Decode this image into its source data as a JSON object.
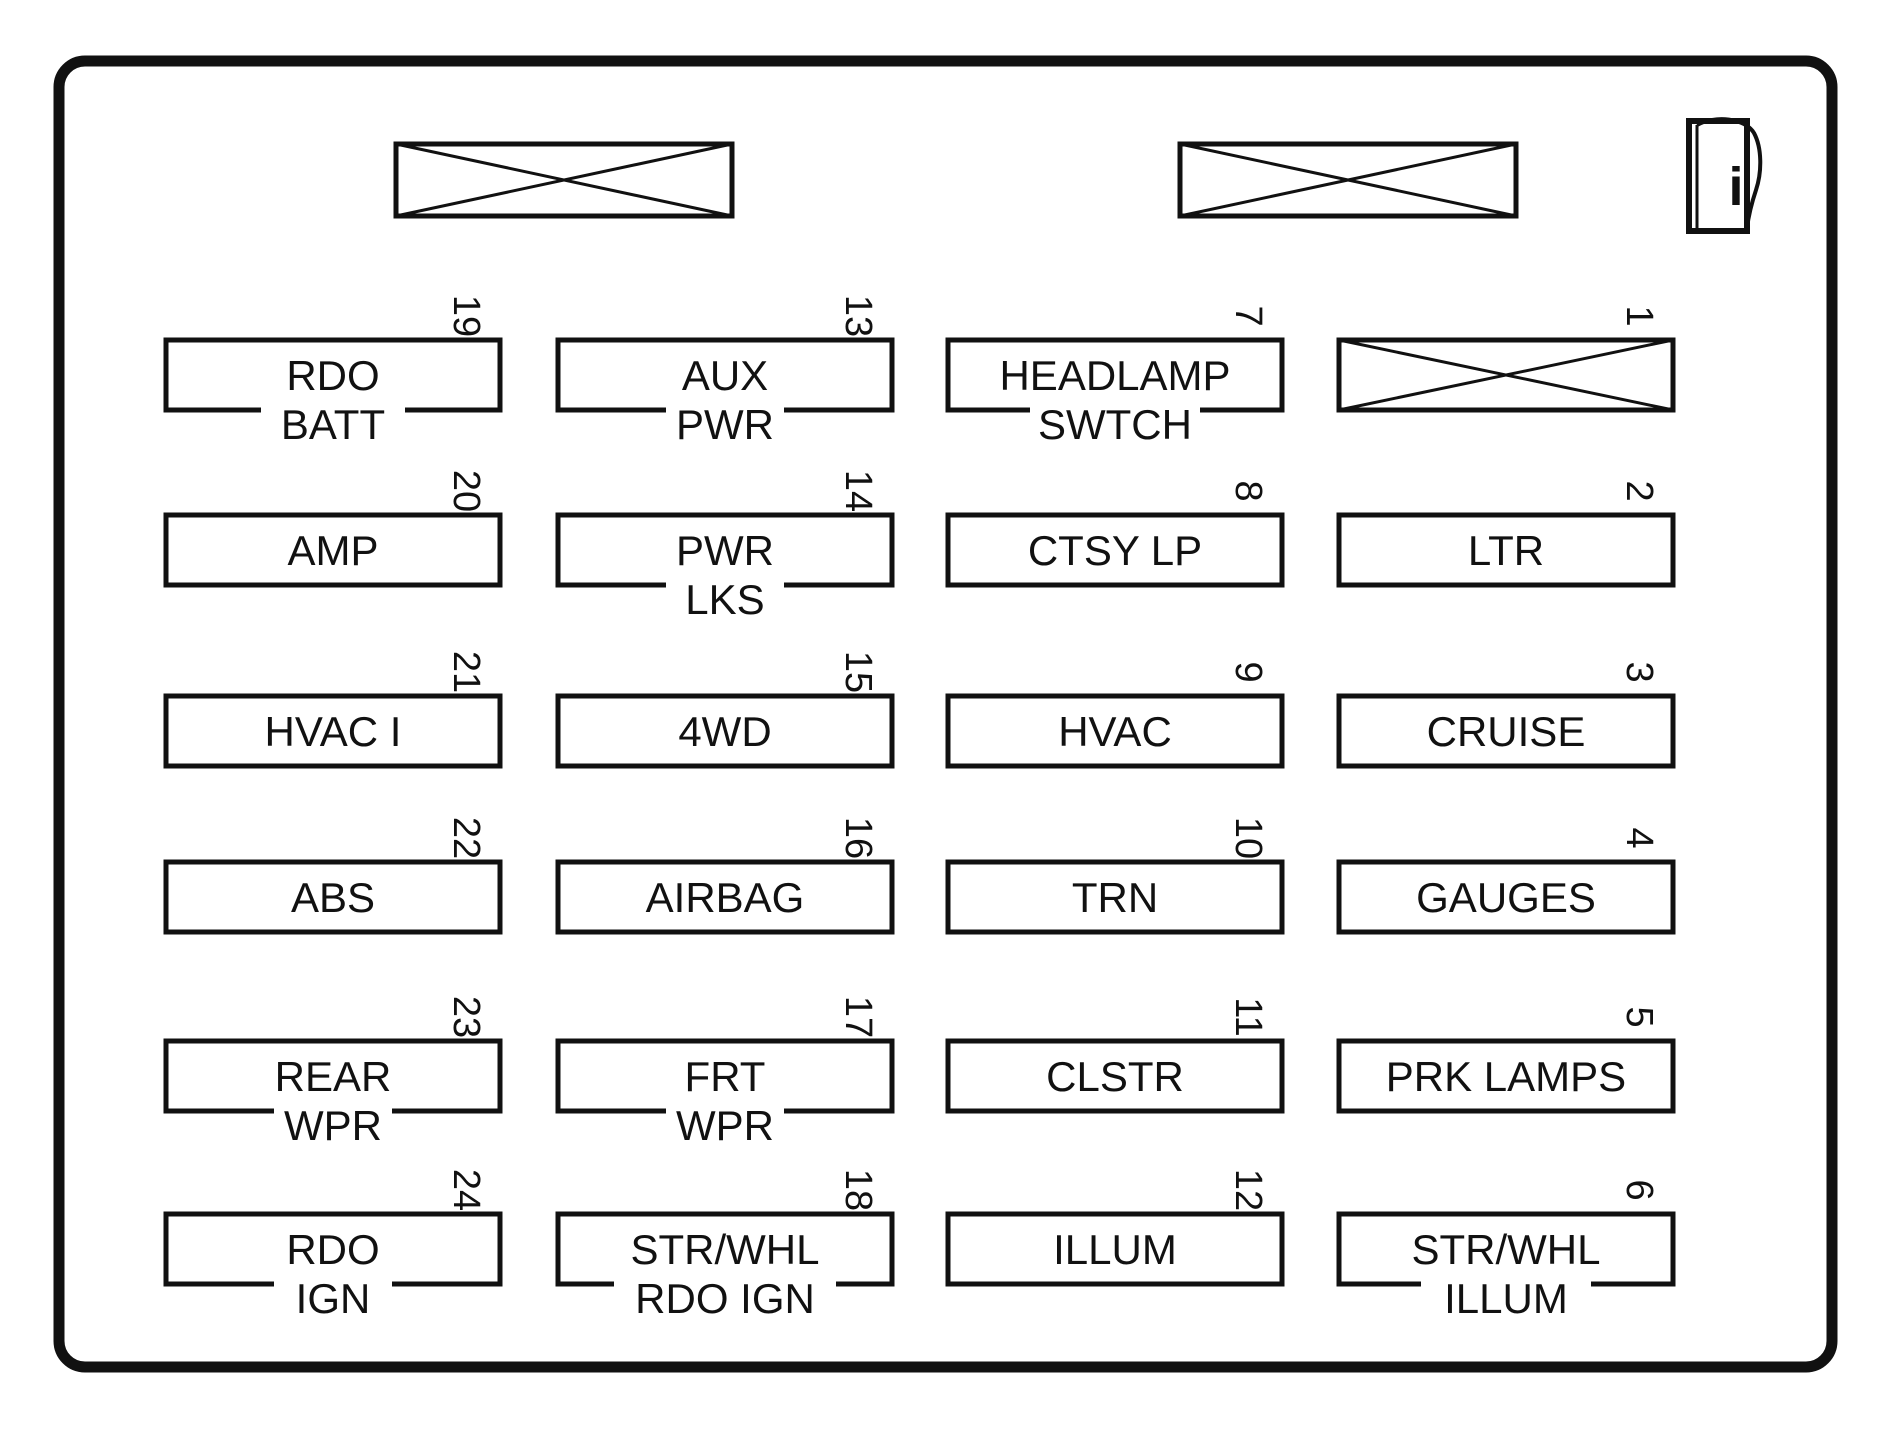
{
  "colors": {
    "line": "#111111",
    "background": "#ffffff"
  },
  "info_icon": {
    "name": "manual-info-icon",
    "glyph": "i"
  },
  "blank_slots": [
    {
      "id": "top-left-blank"
    },
    {
      "id": "top-right-blank"
    }
  ],
  "fuses": [
    {
      "number": "19",
      "lines": [
        "RDO",
        "BATT"
      ]
    },
    {
      "number": "20",
      "lines": [
        "AMP"
      ]
    },
    {
      "number": "21",
      "lines": [
        "HVAC I"
      ]
    },
    {
      "number": "22",
      "lines": [
        "ABS"
      ]
    },
    {
      "number": "23",
      "lines": [
        "REAR",
        "WPR"
      ]
    },
    {
      "number": "24",
      "lines": [
        "RDO",
        "IGN"
      ]
    },
    {
      "number": "13",
      "lines": [
        "AUX",
        "PWR"
      ]
    },
    {
      "number": "14",
      "lines": [
        "PWR",
        "LKS"
      ]
    },
    {
      "number": "15",
      "lines": [
        "4WD"
      ]
    },
    {
      "number": "16",
      "lines": [
        "AIRBAG"
      ]
    },
    {
      "number": "17",
      "lines": [
        "FRT",
        "WPR"
      ]
    },
    {
      "number": "18",
      "lines": [
        "STR/WHL",
        "RDO IGN"
      ]
    },
    {
      "number": "7",
      "lines": [
        "HEADLAMP",
        "SWTCH"
      ]
    },
    {
      "number": "8",
      "lines": [
        "CTSY LP"
      ]
    },
    {
      "number": "9",
      "lines": [
        "HVAC"
      ]
    },
    {
      "number": "10",
      "lines": [
        "TRN"
      ]
    },
    {
      "number": "11",
      "lines": [
        "CLSTR"
      ]
    },
    {
      "number": "12",
      "lines": [
        "ILLUM"
      ]
    },
    {
      "number": "1",
      "lines": [],
      "empty": true
    },
    {
      "number": "2",
      "lines": [
        "LTR"
      ]
    },
    {
      "number": "3",
      "lines": [
        "CRUISE"
      ]
    },
    {
      "number": "4",
      "lines": [
        "GAUGES"
      ]
    },
    {
      "number": "5",
      "lines": [
        "PRK LAMPS"
      ]
    },
    {
      "number": "6",
      "lines": [
        "STR/WHL",
        "ILLUM"
      ]
    }
  ]
}
